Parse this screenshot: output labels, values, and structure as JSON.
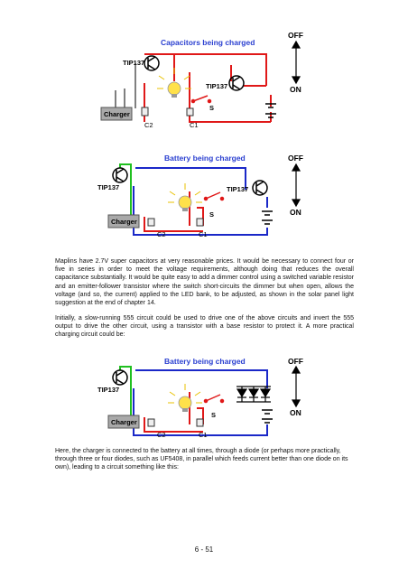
{
  "figure1": {
    "title": "Capacitors being charged",
    "transistor_label_1": "TIP137",
    "transistor_label_2": "TIP137",
    "switch_label": "S",
    "charger_label": "Charger",
    "cap_label_1": "C2",
    "cap_label_2": "C1",
    "off_label": "OFF",
    "on_label": "ON"
  },
  "figure2": {
    "title": "Battery being charged",
    "transistor_label_1": "TIP137",
    "transistor_label_2": "TIP137",
    "switch_label": "S",
    "charger_label": "Charger",
    "cap_label_1": "C2",
    "cap_label_2": "C1",
    "off_label": "OFF",
    "on_label": "ON"
  },
  "figure3": {
    "title": "Battery being charged",
    "transistor_label_1": "TIP137",
    "switch_label": "S",
    "charger_label": "Charger",
    "cap_label_1": "C2",
    "cap_label_2": "C1",
    "off_label": "OFF",
    "on_label": "ON"
  },
  "paragraphs": {
    "p1": "Maplins have 2.7V super capacitors at very reasonable prices.  It would be necessary to connect four or five in series in order to meet the voltage requirements, although doing that reduces the overall capacitance substantially.  It would be quite easy to add a dimmer control using a switched variable resistor and an emitter-follower transistor where the switch short-circuits the dimmer but when open, allows the voltage (and so, the current) applied to the LED bank, to be adjusted, as shown in the solar panel light suggestion at the end of chapter 14.",
    "p2": "Initially, a slow-running 555 circuit could be used to drive one of the above circuits and invert the 555 output to drive the other circuit, using a transistor with a base resistor to protect it.  A more practical charging circuit could be:",
    "p3": "Here, the charger is connected to the battery at all times, through a diode (or perhaps more practically, through three or four diodes, such as UF5408, in parallel which feeds current better than one diode on its own), leading to a circuit something like this:"
  },
  "page_number": "6 - 51",
  "colors": {
    "title_blue": "#2a3fd0",
    "wire_red": "#e01818",
    "wire_blue": "#1a28c8",
    "wire_green": "#20c020",
    "charger_fill": "#a9a9a9",
    "bulb_yellow": "#ffe14a"
  }
}
